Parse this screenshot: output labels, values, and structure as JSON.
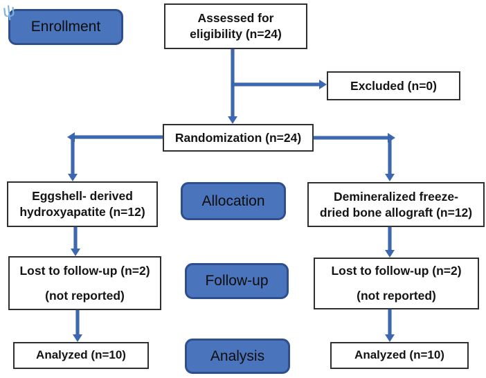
{
  "palette": {
    "badge_fill": "#4a74bc",
    "badge_border": "#2e4e8e",
    "box_border": "#2f2f2f",
    "box_fill": "#ffffff",
    "arrow_blue": "#3c68b2",
    "text": "#141414",
    "artifact_blue": "#7fb0e0"
  },
  "stages": {
    "enrollment": {
      "label": "Enrollment"
    },
    "allocation": {
      "label": "Allocation"
    },
    "follow_up": {
      "label": "Follow-up"
    },
    "analysis": {
      "label": "Analysis"
    }
  },
  "nodes": {
    "assessed": {
      "lines": [
        "Assessed for",
        "eligibility (n=24)"
      ]
    },
    "excluded": {
      "lines": [
        "Excluded (n=0)"
      ]
    },
    "randomization": {
      "lines": [
        "Randomization (n=24)"
      ]
    },
    "group_left": {
      "lines": [
        "Eggshell- derived",
        "hydroxyapatite (n=12)"
      ]
    },
    "group_right": {
      "lines": [
        "Demineralized freeze-",
        "dried bone allograft (n=12)"
      ]
    },
    "followup_left": {
      "lines": [
        "Lost to follow-up (n=2)",
        "(not reported)"
      ]
    },
    "followup_right": {
      "lines": [
        "Lost to follow-up (n=2)",
        "(not reported)"
      ]
    },
    "analyzed_left": {
      "lines": [
        "Analyzed (n=10)"
      ]
    },
    "analyzed_right": {
      "lines": [
        "Analyzed (n=10)"
      ]
    }
  },
  "decorations": {
    "corner_glyph": "ψ"
  }
}
